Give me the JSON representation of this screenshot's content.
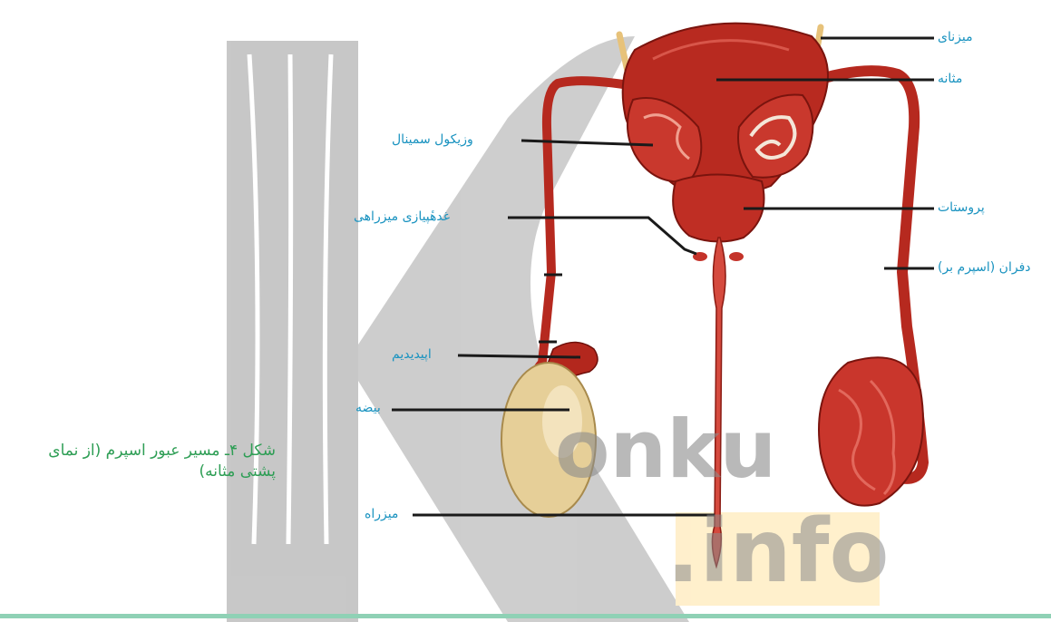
{
  "colors": {
    "label": "#1a93c0",
    "caption": "#2e9e55",
    "leader": "#1a1a1a",
    "tissue_dark": "#9e1c14",
    "tissue": "#c4332a",
    "tissue_light": "#e0584a",
    "testis": "#e6cf98",
    "ureter": "#e7c27a",
    "watermark_gray": "#8c8c8c",
    "watermark_orange": "#ffd98f",
    "bottom_rule": "#8fd1b5"
  },
  "labels": [
    {
      "id": "ureter",
      "text": "میزنای"
    },
    {
      "id": "bladder",
      "text": "مثانه"
    },
    {
      "id": "seminal_vesicle",
      "text": "وزیکول سمینال"
    },
    {
      "id": "prostate",
      "text": "پروستات"
    },
    {
      "id": "bulbourethral",
      "text": "غدهٔپیازی میزراهی"
    },
    {
      "id": "vas_deferens",
      "text": "دفران (اسپرم بر)"
    },
    {
      "id": "epididymis",
      "text": "اپیدیدیم"
    },
    {
      "id": "testis",
      "text": "بیضه"
    },
    {
      "id": "urethra",
      "text": "میزراه"
    }
  ],
  "caption": {
    "line1": "شکل ۴ـ مسیر عبور اسپرم (از نمای",
    "line2": "پشتی مثانه)"
  },
  "watermark": {
    "word1": "onku",
    "word2": ".info"
  }
}
